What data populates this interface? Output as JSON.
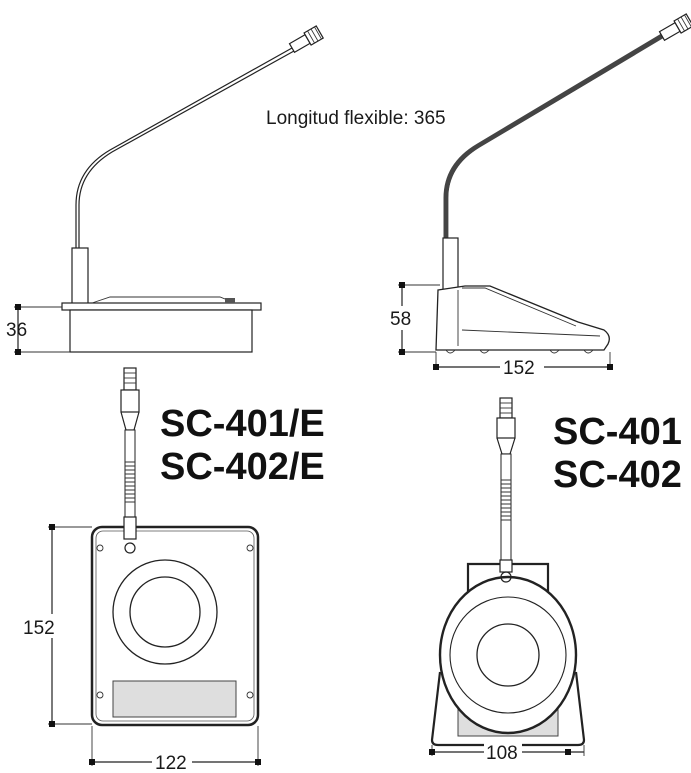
{
  "note": "Longitud flexible: 365",
  "left_unit": {
    "model_line1": "SC-401/E",
    "model_line2": "SC-402/E",
    "height_dim": "36",
    "plate_height_dim": "152",
    "plate_width_dim": "122"
  },
  "right_unit": {
    "model_line1": "SC-401",
    "model_line2": "SC-402",
    "height_dim": "58",
    "base_length_dim": "152",
    "base_width_dim": "108"
  }
}
